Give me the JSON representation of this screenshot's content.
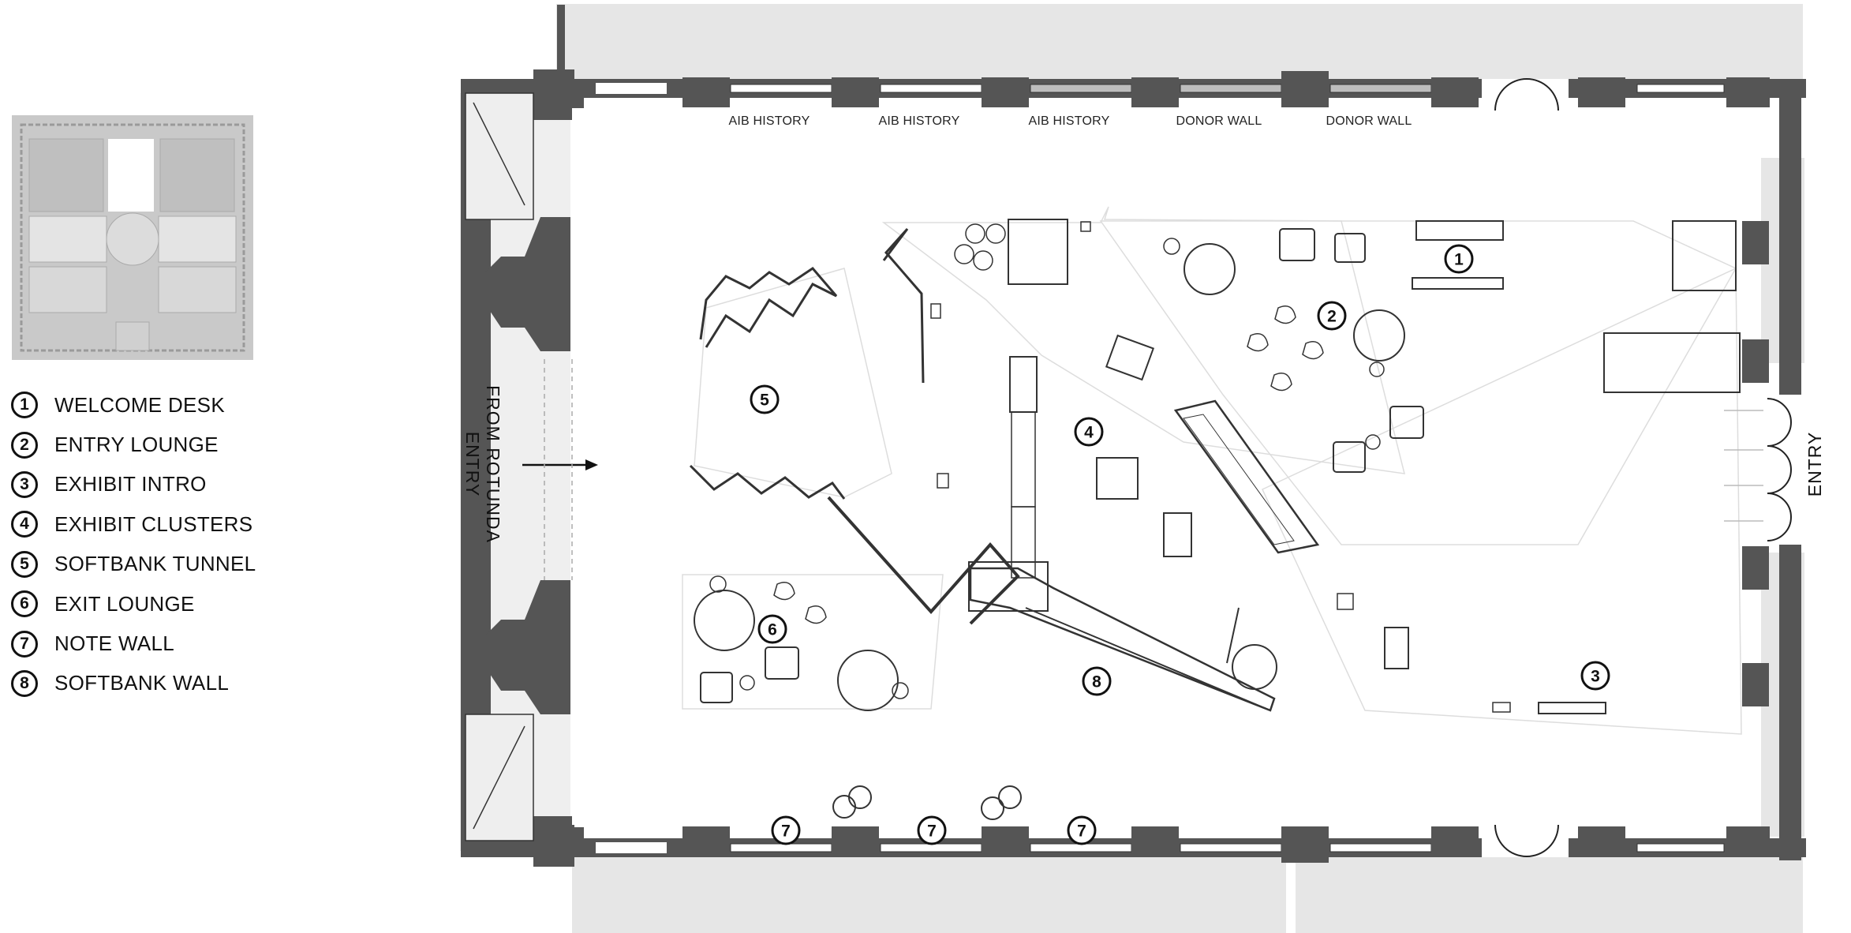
{
  "legend": [
    {
      "num": "1",
      "label": "WELCOME DESK"
    },
    {
      "num": "2",
      "label": "ENTRY LOUNGE"
    },
    {
      "num": "3",
      "label": "EXHIBIT INTRO"
    },
    {
      "num": "4",
      "label": "EXHIBIT CLUSTERS"
    },
    {
      "num": "5",
      "label": "SOFTBANK TUNNEL"
    },
    {
      "num": "6",
      "label": "EXIT LOUNGE"
    },
    {
      "num": "7",
      "label": "NOTE WALL"
    },
    {
      "num": "8",
      "label": "SOFTBANK WALL"
    }
  ],
  "wall_labels": [
    "AIB HISTORY",
    "AIB HISTORY",
    "AIB HISTORY",
    "DONOR WALL",
    "DONOR WALL"
  ],
  "entry_rotunda": [
    "ENTRY",
    "FROM ROTUNDA"
  ],
  "entry_right": "ENTRY",
  "zone_numbers": {
    "welcome": "1",
    "lounge": "2",
    "intro": "3",
    "clusters": "4",
    "tunnel": "5",
    "exit": "6",
    "note_wall": [
      "7",
      "7",
      "7"
    ],
    "softbank_wall": "8"
  },
  "colors": {
    "wall": "#555555",
    "shade": "#e6e6e6",
    "line": "#222222",
    "thumb_bg": "#c8c8c8"
  }
}
